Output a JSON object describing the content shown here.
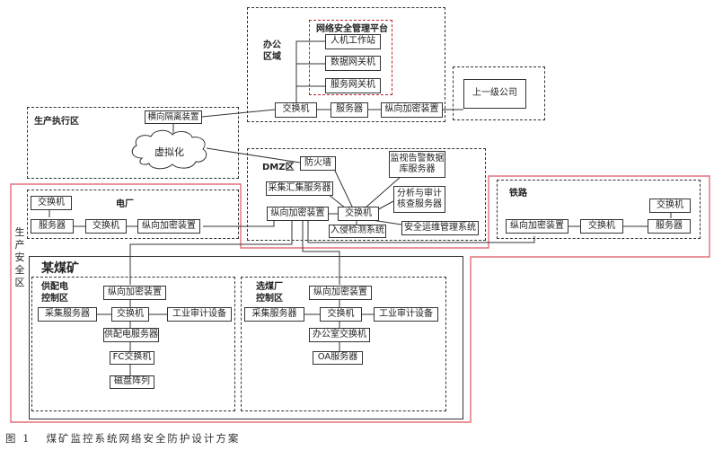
{
  "caption": "图 1   煤矿监控系统网络安全防护设计方案",
  "colors": {
    "line": "#333333",
    "highlight_red": "#c0202a",
    "security_zone_red": "#e07078"
  },
  "zones": {
    "office": {
      "label": "办公\n区域"
    },
    "security_platform": {
      "label": "网络安全管理平台"
    },
    "parent_company": {
      "label": "上一级公司"
    },
    "production_exec": {
      "label": "生产执行区"
    },
    "dmz": {
      "label": "DMZ区"
    },
    "production_safety": {
      "label": "生\n产\n安\n全\n区"
    },
    "power_plant": {
      "label": "电厂"
    },
    "railway": {
      "label": "铁路"
    },
    "coal_mine": {
      "label": "某煤矿"
    },
    "power_supply": {
      "label": "供配电\n控制区"
    },
    "coal_prep": {
      "label": "选煤厂\n控制区"
    }
  },
  "nodes": {
    "office": {
      "hmi": "人机工作站",
      "data_gateway": "数据网关机",
      "service_gateway": "服务网关机",
      "switch": "交换机",
      "server": "服务器",
      "encryptor": "纵向加密装置"
    },
    "parent_company": "上一级公司",
    "production_exec": {
      "isolator": "横向隔离装置",
      "cloud": "虚拟化"
    },
    "dmz": {
      "firewall": "防火墙",
      "monitor_db": "监视告警数据库服务器",
      "collector": "采集汇集服务器",
      "analysis": "分析与审计核查服务器",
      "encryptor": "纵向加密装置",
      "switch": "交换机",
      "ids": "入侵检测系统",
      "ops_mgmt": "安全运维管理系统"
    },
    "power_plant": {
      "switch_top": "交换机",
      "server": "服务器",
      "switch": "交换机",
      "encryptor": "纵向加密装置"
    },
    "railway": {
      "encryptor": "纵向加密装置",
      "switch": "交换机",
      "server": "服务器",
      "switch_top": "交换机"
    },
    "power_supply": {
      "encryptor": "纵向加密装置",
      "collector": "采集服务器",
      "switch": "交换机",
      "audit": "工业审计设备",
      "server": "供配电服务器",
      "fc_switch": "FC交换机",
      "disk_array": "磁盘阵列"
    },
    "coal_prep": {
      "encryptor": "纵向加密装置",
      "collector": "采集服务器",
      "switch": "交换机",
      "audit": "工业审计设备",
      "office_switch": "办公室交换机",
      "oa_server": "OA服务器"
    }
  }
}
